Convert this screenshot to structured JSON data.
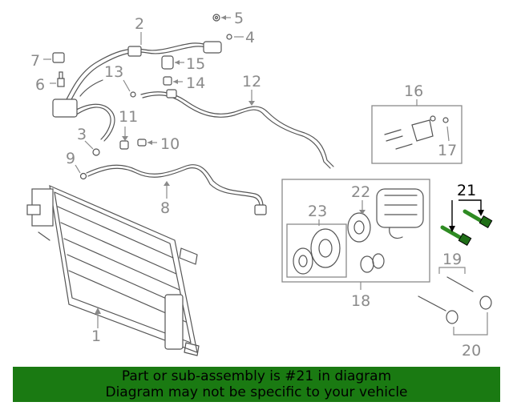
{
  "callouts": {
    "c1": "1",
    "c2": "2",
    "c3": "3",
    "c4": "4",
    "c5": "5",
    "c6": "6",
    "c7": "7",
    "c8": "8",
    "c9": "9",
    "c10": "10",
    "c11": "11",
    "c12": "12",
    "c13": "13",
    "c14": "14",
    "c15": "15",
    "c16": "16",
    "c17": "17",
    "c18": "18",
    "c19": "19",
    "c20": "20",
    "c21": "21",
    "c22": "22",
    "c23": "23"
  },
  "highlight_part": "21",
  "colors": {
    "banner_bg": "#1a7a12",
    "bolt_highlight": "#2e8b22",
    "callout_gray": "#8a8a8a"
  },
  "banner": {
    "line1": "Part or sub-assembly is #21 in diagram",
    "line2": "Diagram may not be specific to your vehicle"
  }
}
